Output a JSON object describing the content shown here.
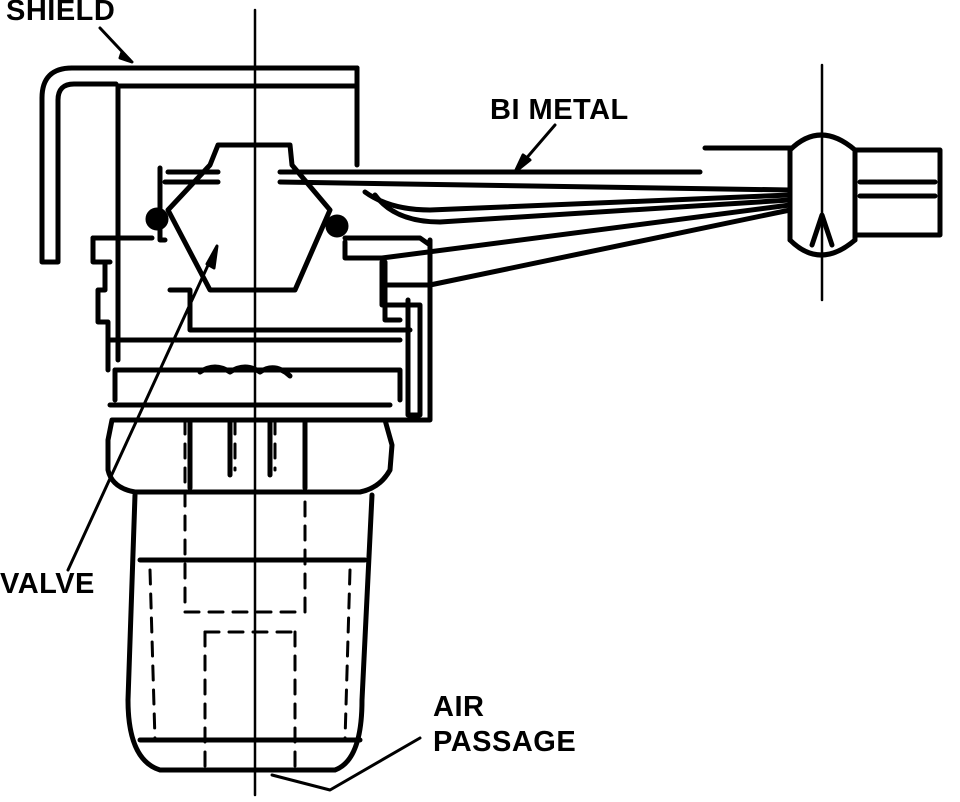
{
  "labels": {
    "shield": "SHIELD",
    "bi_metal": "BI METAL",
    "valve": "VALVE",
    "air": "AIR",
    "passage": "PASSAGE"
  },
  "colors": {
    "ink": "#000000",
    "paper": "#ffffff"
  }
}
